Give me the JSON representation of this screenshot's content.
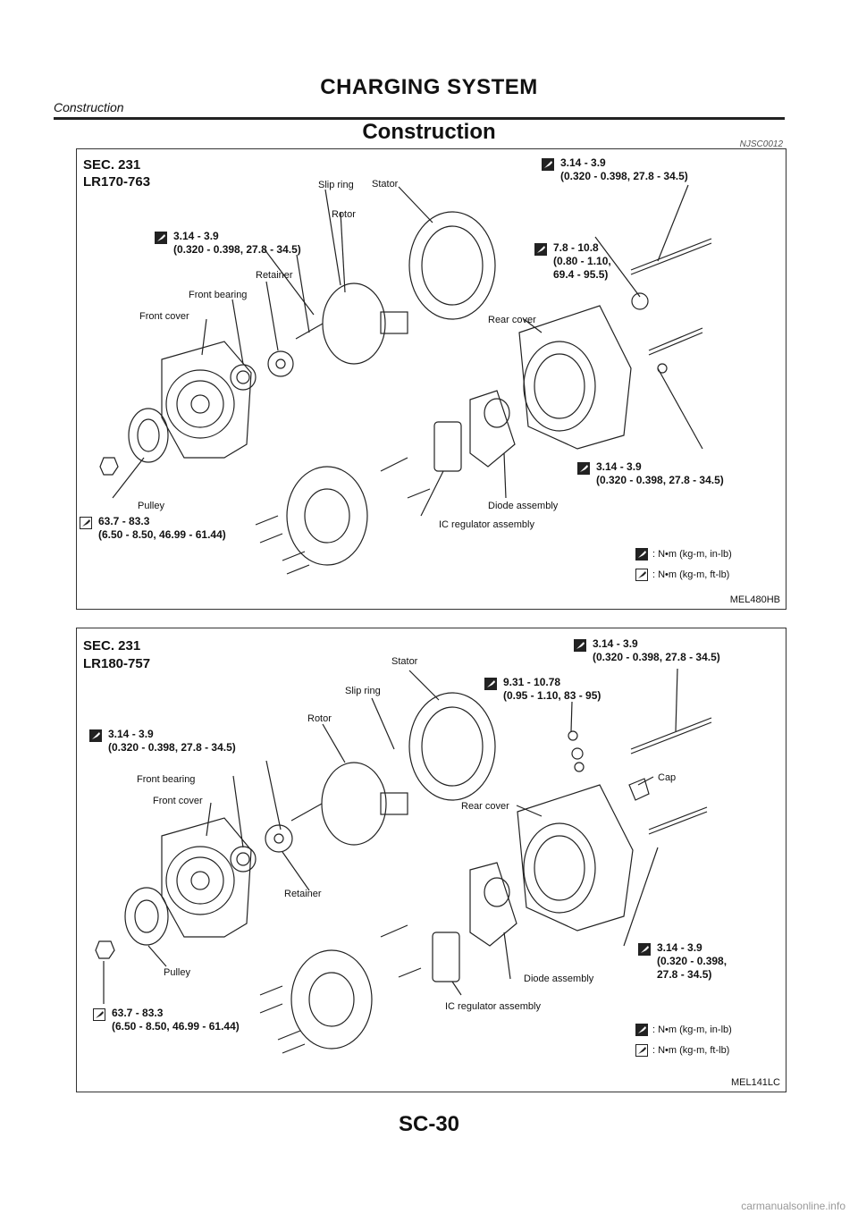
{
  "header": {
    "title": "CHARGING SYSTEM",
    "subtitle": "Construction"
  },
  "section": {
    "title": "Construction",
    "code": "NJSC0012"
  },
  "diagram1": {
    "sec": "SEC. 231",
    "model": "LR170-763",
    "labels": {
      "slip_ring": "Slip ring",
      "stator": "Stator",
      "rotor": "Rotor",
      "retainer": "Retainer",
      "front_bearing": "Front bearing",
      "front_cover": "Front cover",
      "rear_cover": "Rear cover",
      "pulley": "Pulley",
      "diode_assembly": "Diode assembly",
      "ic_regulator": "IC regulator assembly"
    },
    "torques": {
      "t1": "3.14 - 3.9\n(0.320 - 0.398, 27.8 - 34.5)",
      "t2": "3.14 - 3.9\n(0.320 - 0.398, 27.8 - 34.5)",
      "t3": "7.8 - 10.8\n(0.80 - 1.10,\n69.4 - 95.5)",
      "t4": "3.14 - 3.9\n(0.320 - 0.398, 27.8 - 34.5)",
      "t5": "63.7 - 83.3\n(6.50 - 8.50, 46.99 - 61.44)"
    },
    "legend": {
      "inlb": ": N•m (kg-m, in-lb)",
      "ftlb": ": N•m (kg-m, ft-lb)"
    },
    "ref": "MEL480HB"
  },
  "diagram2": {
    "sec": "SEC. 231",
    "model": "LR180-757",
    "labels": {
      "stator": "Stator",
      "slip_ring": "Slip ring",
      "rotor": "Rotor",
      "front_bearing": "Front bearing",
      "front_cover": "Front cover",
      "rear_cover": "Rear cover",
      "retainer": "Retainer",
      "cap": "Cap",
      "pulley": "Pulley",
      "diode_assembly": "Diode assembly",
      "ic_regulator": "IC regulator assembly"
    },
    "torques": {
      "t1": "3.14 - 3.9\n(0.320 - 0.398, 27.8 - 34.5)",
      "t2": "9.31 - 10.78\n(0.95 - 1.10, 83 - 95)",
      "t3": "3.14 - 3.9\n(0.320 - 0.398, 27.8 - 34.5)",
      "t4": "3.14 - 3.9\n(0.320 - 0.398,\n27.8 - 34.5)",
      "t5": "63.7 - 83.3\n(6.50 - 8.50, 46.99 - 61.44)"
    },
    "legend": {
      "inlb": ": N•m (kg-m, in-lb)",
      "ftlb": ": N•m (kg-m, ft-lb)"
    },
    "ref": "MEL141LC"
  },
  "footer": {
    "page": "SC-30",
    "site": "carmanualsonline.info"
  }
}
